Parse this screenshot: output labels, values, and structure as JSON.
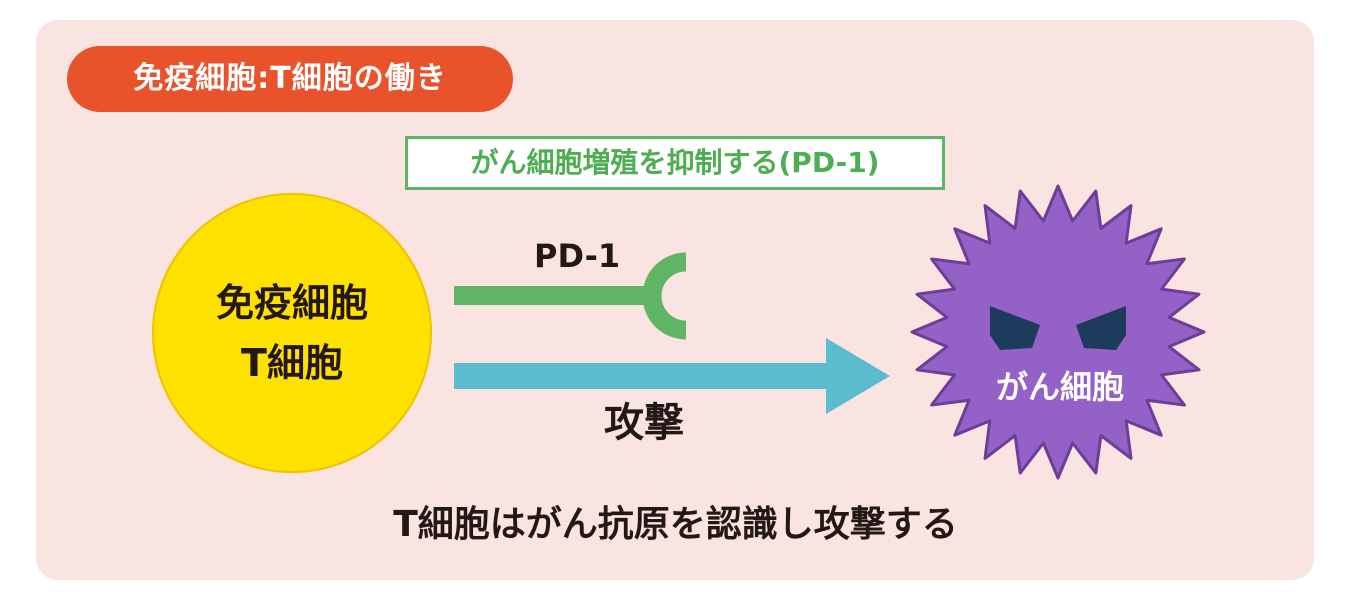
{
  "title": "免疫細胞:T細胞の働き",
  "pd1_box": "がん細胞増殖を抑制する(PD-1)",
  "t_cell": {
    "line1": "免疫細胞",
    "line2": "T細胞"
  },
  "pd1_label": "PD-1",
  "attack_label": "攻撃",
  "cancer_cell": {
    "label": "がん細胞"
  },
  "bottom_caption": "T細胞はがん抗原を認識し攻撃する",
  "colors": {
    "panel_bg": "#f9e4e2",
    "badge": "#e9532b",
    "pd1_green": "#5fb564",
    "t_cell_yellow": "#ffe100",
    "attack_blue": "#5bbccf",
    "cancer_purple": "#9462c6",
    "cancer_eyes": "#1d3b5c"
  }
}
